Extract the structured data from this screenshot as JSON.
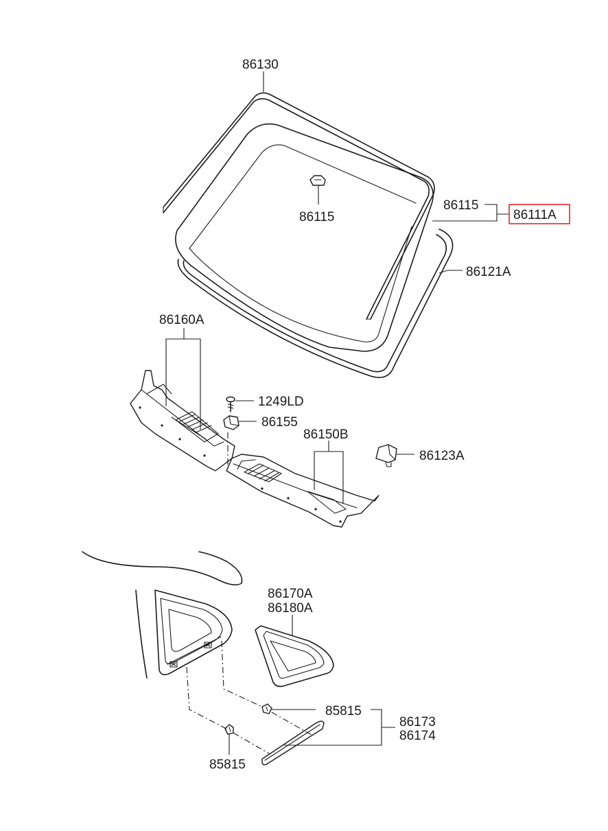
{
  "labels": {
    "p86130": "86130",
    "p86115_a": "86115",
    "p86115_b": "86115",
    "p86111A": "86111A",
    "p86121A": "86121A",
    "p86160A": "86160A",
    "p1249LD": "1249LD",
    "p86155": "86155",
    "p86150B": "86150B",
    "p86123A": "86123A",
    "p86170A": "86170A",
    "p86180A": "86180A",
    "p85815_a": "85815",
    "p86173": "86173",
    "p86174": "86174",
    "p85815_b": "85815"
  },
  "colors": {
    "highlight": "#e0282e",
    "line": "#1a1a1a"
  }
}
